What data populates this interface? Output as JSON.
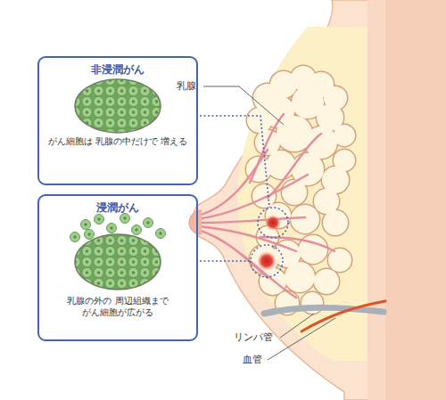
{
  "diagram": {
    "nodes": [
      {
        "text": [
          "非浸潤がん",
          "がん細胞は 乳腺の中だけで 増える"
        ]
      },
      {
        "text": [
          "浸潤がん",
          "乳腺の外の 周辺組織まで がん細胞が広がる"
        ]
      }
    ],
    "labels": [
      "乳腺",
      "リンパ管",
      "血管"
    ]
  }
}
